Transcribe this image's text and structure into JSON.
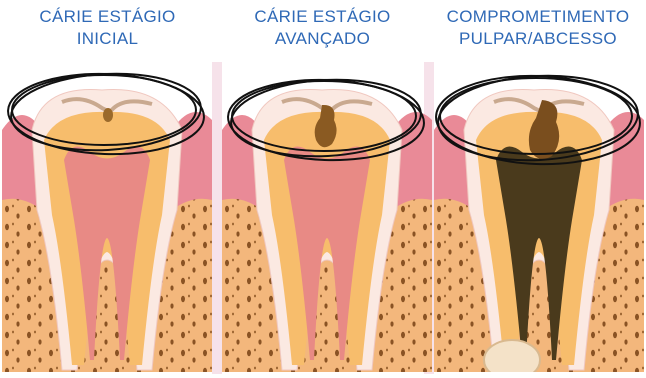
{
  "stages": [
    {
      "title_line1": "CÁRIE ESTÁGIO",
      "title_line2": "INICIAL"
    },
    {
      "title_line1": "CÁRIE ESTÁGIO",
      "title_line2": "AVANÇADO"
    },
    {
      "title_line1": "COMPROMETIMENTO",
      "title_line2": "PULPAR/ABCESSO"
    }
  ],
  "colors": {
    "title": "#2f69b6",
    "bone": "#f3b77c",
    "gum": "#e98a97",
    "enamel": "#fbe9e2",
    "dentin": "#f7bd6c",
    "pulp": "#e88a85",
    "decay": "#8a5a22",
    "infected_pulp": "#4a3a1c",
    "abscess": "#f4e2c8",
    "circle": "#111111"
  }
}
